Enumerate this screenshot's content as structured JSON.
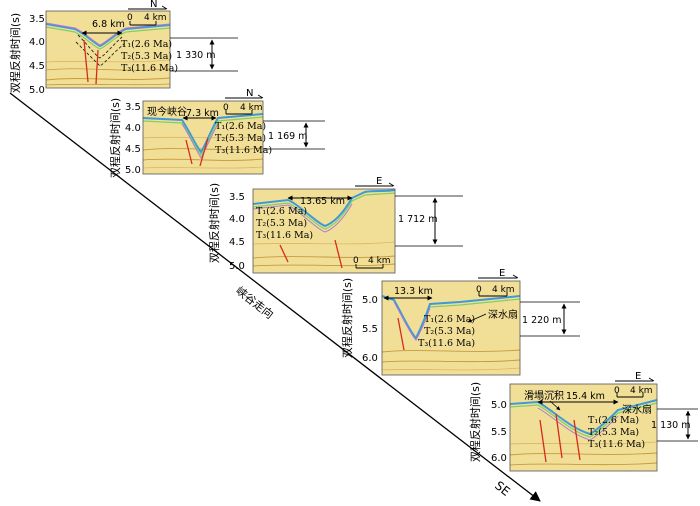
{
  "direction_label": "峡谷走向",
  "direction_end": "SE",
  "colors": {
    "seismic_base": "#f1df97",
    "seismic_dark": "#c79a3c",
    "seafloor_blue": "#3e9ad6",
    "seafloor_green": "#7fcf6a",
    "horizon_purple": "#b07ad2",
    "horizon_black": "#222222",
    "fault_red": "#d62a1e"
  },
  "y_axis_label": "双程反射时间(s)",
  "panels": [
    {
      "orientation": "N",
      "ticks": [
        "3.5",
        "4.0",
        "4.5",
        "5.0"
      ],
      "width_label": "6.8 km",
      "scale_zero": "0",
      "scale_len": "4 km",
      "horizons": [
        "T₁(2.6 Ma)",
        "T₂(5.3 Ma)",
        "T₃(11.6 Ma)"
      ],
      "depth_label": "1 330 m",
      "annotations": []
    },
    {
      "orientation": "N",
      "ticks": [
        "3.5",
        "4.0",
        "4.5",
        "5.0"
      ],
      "width_label": "7.3 km",
      "scale_zero": "0",
      "scale_len": "4 km",
      "horizons": [
        "T₁(2.6 Ma)",
        "T₂(5.3 Ma)",
        "T₃(11.6 Ma)"
      ],
      "depth_label": "1 169 m",
      "annotations": [
        "现今峡谷"
      ]
    },
    {
      "orientation": "E",
      "ticks": [
        "3.5",
        "4.0",
        "4.5",
        "5.0"
      ],
      "width_label": "13.65 km",
      "scale_zero": "0",
      "scale_len": "4 km",
      "horizons": [
        "T₁(2.6 Ma)",
        "T₂(5.3 Ma)",
        "T₃(11.6 Ma)"
      ],
      "depth_label": "1 712 m",
      "annotations": []
    },
    {
      "orientation": "E",
      "ticks": [
        "5.0",
        "5.5",
        "6.0"
      ],
      "width_label": "13.3 km",
      "scale_zero": "0",
      "scale_len": "4 km",
      "horizons": [
        "T₁(2.6 Ma)",
        "T₂(5.3 Ma)",
        "T₃(11.6 Ma)"
      ],
      "depth_label": "1 220 m",
      "annotations": [
        "深水扇"
      ]
    },
    {
      "orientation": "E",
      "ticks": [
        "5.0",
        "5.5",
        "6.0"
      ],
      "width_label": "15.4 km",
      "scale_zero": "0",
      "scale_len": "4 km",
      "horizons": [
        "T₁(2.6 Ma)",
        "T₂(5.3 Ma)",
        "T₃(11.6 Ma)"
      ],
      "depth_label": "1 130 m",
      "annotations": [
        "滑塌沉积",
        "深水扇"
      ]
    }
  ]
}
